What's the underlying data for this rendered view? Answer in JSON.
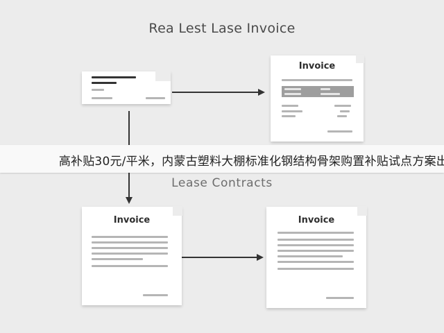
{
  "title": "Rea Lest Lase Invoice",
  "subtitle": "Lease Contracts",
  "banner_text": "高补贴30元/平米，内蒙古塑料大棚标准化钢结构骨架购置补贴试点方案出",
  "documents": {
    "invoice_top_right": {
      "title": "Invoice"
    },
    "invoice_bottom_left": {
      "title": "Invoice"
    },
    "invoice_bottom_right": {
      "title": "Invoice"
    }
  },
  "colors": {
    "background": "#ececec",
    "paper": "#ffffff",
    "arrow": "#333333",
    "text_line": "#b5b5b5",
    "highlight_bar": "#9a9a9a"
  },
  "icons": [
    "arrow-right-icon",
    "arrow-down-icon"
  ]
}
